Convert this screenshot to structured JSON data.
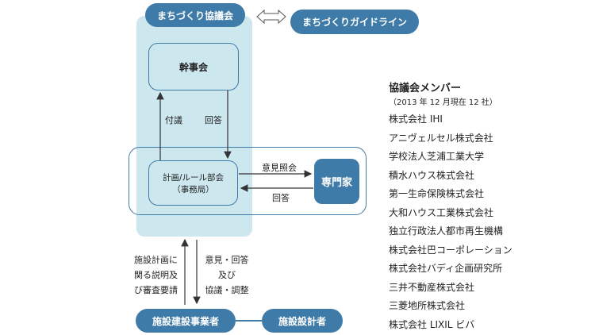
{
  "council": "まちづくり協議会",
  "guideline": "まちづくりガイドライン",
  "secretariat": "幹事会",
  "side_left": "付議",
  "side_right": "回答",
  "planning": {
    "line1": "計画/ルール部会",
    "line2": "（事務局）"
  },
  "expert": "専門家",
  "to_expert": "意見照会",
  "from_expert": "回答",
  "bottom_left": [
    "施設計画に",
    "関る説明及",
    "び審査要請"
  ],
  "bottom_right": [
    "意見・回答",
    "及び",
    "協議・調整"
  ],
  "builder": "施設建設事業者",
  "designer": "施設設計者",
  "members": {
    "title": "協議会メンバー",
    "subtitle": "（2013 年 12 月現在 12 社）",
    "items": [
      "株式会社 IHI",
      "アニヴェルセル株式会社",
      "学校法人芝浦工業大学",
      "積水ハウス株式会社",
      "第一生命保険株式会社",
      "大和ハウス工業株式会社",
      "独立行政法人都市再生機構",
      "株式会社巴コーポレーション",
      "株式会社バディ企画研究所",
      "三井不動産株式会社",
      "三菱地所株式会社",
      "株式会社 LIXIL ビバ"
    ]
  },
  "colors": {
    "accent": "#3f7ba8",
    "band": "#cde7ef"
  }
}
